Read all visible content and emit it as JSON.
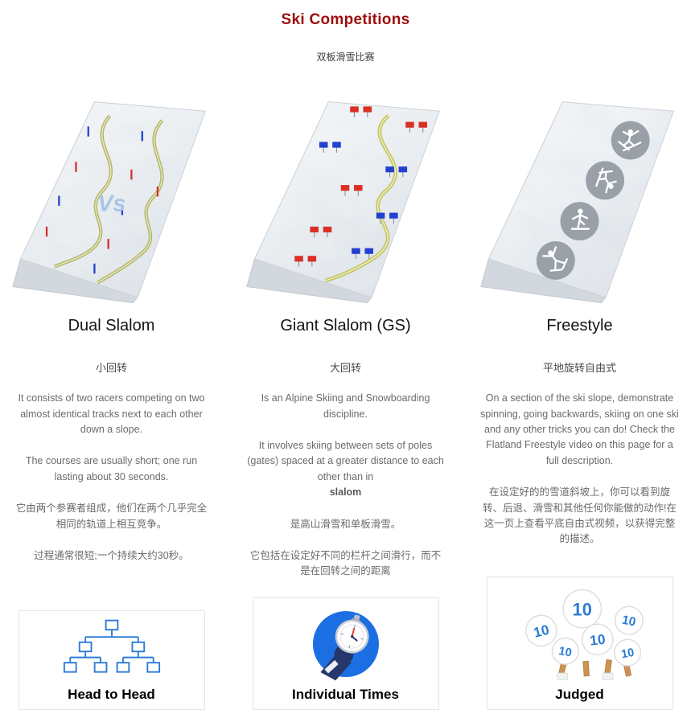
{
  "page": {
    "title": "Ski Competitions",
    "subtitle": "双板滑雪比赛"
  },
  "colors": {
    "title_red": "#9d0d0d",
    "icon_blue": "#2d7cd6",
    "stopwatch_circle_blue": "#1b6fe3",
    "score_blue": "#2b7bd3",
    "gate_red": "#d93025",
    "gate_blue": "#2440cf",
    "track_yellow": "#bfc06a",
    "slope_snow": "#eef2f5",
    "freestyle_gray": "#99a0a7",
    "vs_light_blue": "#a6c6e6"
  },
  "columns": [
    {
      "heading": "Dual Slalom",
      "subheading": "小回转",
      "slope_label": "Vs",
      "figure_icon": "ski-slope-two-tracks",
      "footer_icon": "tournament-bracket",
      "paragraphs": [
        "It consists of two racers competing on two almost identical tracks next to each other down a slope.",
        "The courses are usually short; one run lasting about 30 seconds.",
        "它由两个参赛者组成，他们在两个几乎完全相同的轨道上相互竞争。",
        "过程通常很短;一个持续大约30秒。"
      ],
      "footer_label": "Head to Head"
    },
    {
      "heading": "Giant Slalom (GS)",
      "subheading": "大回转",
      "figure_icon": "ski-slope-gates-track",
      "footer_icon": "hand-stopwatch",
      "paragraphs": [
        "Is an Alpine Skiing and Snowboarding discipline.",
        "It involves skiing between sets of poles (gates) spaced at a greater distance to each other than in",
        "是高山滑雪和单板滑雪。",
        "它包括在设定好不同的栏杆之间滑行，而不是在回转之间的距离"
      ],
      "bold_word": "slalom",
      "footer_label": "Individual Times"
    },
    {
      "heading": "Freestyle",
      "subheading": "平地旋转自由式",
      "figure_icon": "ski-slope-trick-badges",
      "footer_icon": "score-paddles",
      "score_value": "10",
      "paragraphs": [
        "On a section of the ski slope, demonstrate spinning, going backwards, skiing on one ski and any other tricks you can do! Check the Flatland Freestyle video on this page for a full description.",
        "在设定好的的雪道斜坡上，你可以看到旋转、后退、滑雪和其他任何你能做的动作!在这一页上查看平底自由式视频，以获得完整的描述。"
      ],
      "footer_label": "Judged"
    }
  ]
}
